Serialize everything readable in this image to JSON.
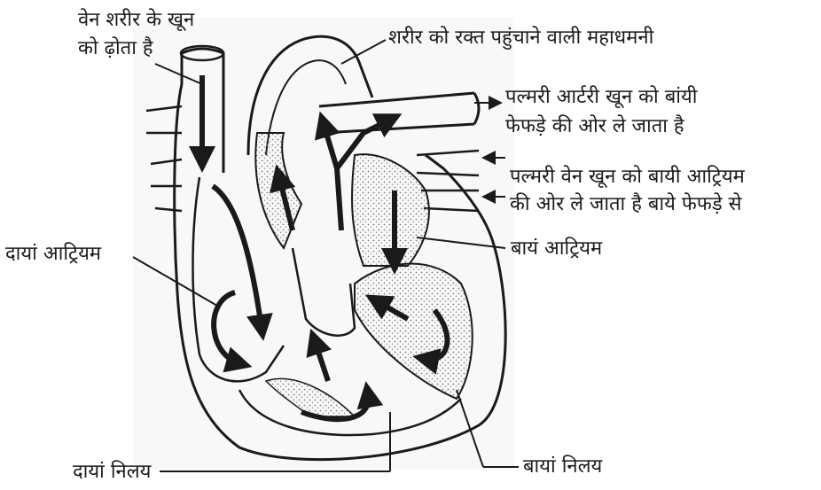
{
  "labels": {
    "vena_cava_line1": "वेन शरीर के खून",
    "vena_cava_line2": "को ढ़ोता है",
    "aorta": "शरीर को रक्त पहुंचाने वाली महाधमनी",
    "pulmonary_artery_line1": "पल्मरी आर्टरी खून को बांयी",
    "pulmonary_artery_line2": "फेफड़े की ओर ले जाता है",
    "pulmonary_vein_line1": "पल्मरी वेन खून को बायी आट्रियम",
    "pulmonary_vein_line2": "की ओर ले जाता है बाये फेफड़े से",
    "left_atrium": "बायं आट्रियम",
    "right_atrium": "दायां आट्रियम",
    "right_ventricle": "दायां निलय",
    "left_ventricle": "बायां निलय"
  },
  "colors": {
    "ink": "#1a1a1a",
    "stipple": "#8a8a8a",
    "paper_texture": "#cfcfcf"
  }
}
